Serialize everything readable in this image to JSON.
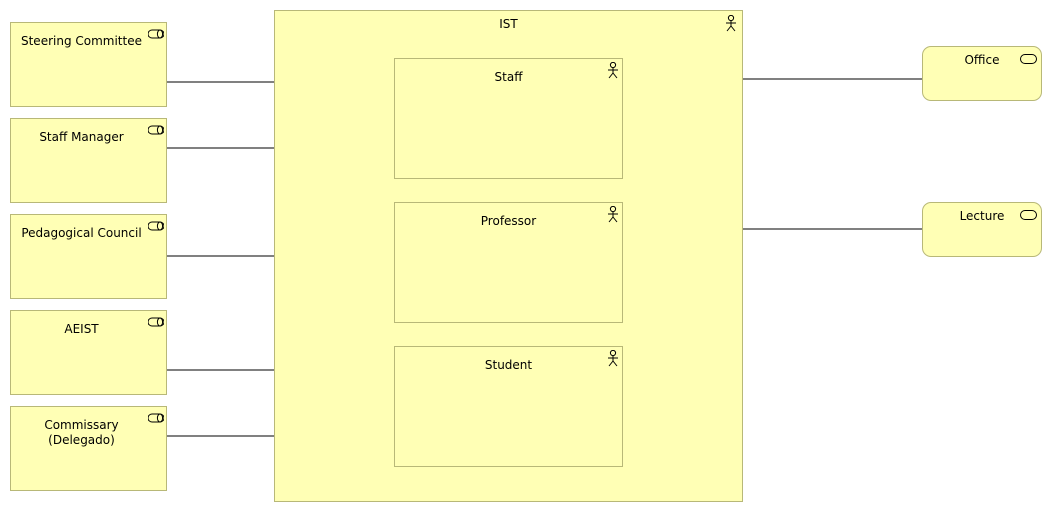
{
  "diagram": {
    "container": {
      "label": "IST",
      "icon": "actor-icon"
    },
    "roles": [
      {
        "label": "Steering Committee",
        "icon": "role-icon"
      },
      {
        "label": "Staff Manager",
        "icon": "role-icon"
      },
      {
        "label": "Pedagogical Council",
        "icon": "role-icon"
      },
      {
        "label": "AEIST",
        "icon": "role-icon"
      },
      {
        "label": "Commissary\n(Delegado)",
        "icon": "role-icon"
      }
    ],
    "actors": [
      {
        "label": "Staff",
        "icon": "actor-icon"
      },
      {
        "label": "Professor",
        "icon": "actor-icon"
      },
      {
        "label": "Student",
        "icon": "actor-icon"
      }
    ],
    "services": [
      {
        "label": "Office",
        "icon": "service-icon"
      },
      {
        "label": "Lecture",
        "icon": "service-icon"
      }
    ],
    "colors": {
      "fill": "#ffffb5",
      "border": "#b8b878",
      "line": "#000000"
    }
  }
}
